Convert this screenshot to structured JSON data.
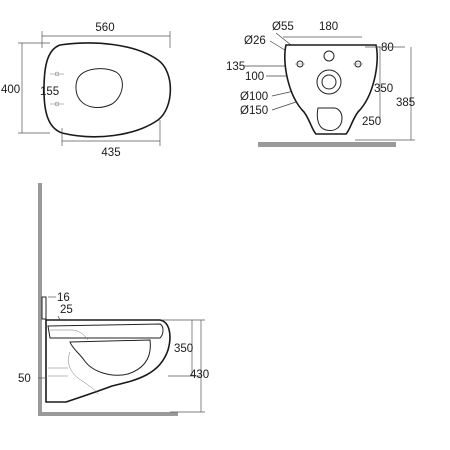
{
  "top_view": {
    "width_label": "560",
    "depth_label": "400",
    "holes_label": "155",
    "base_label": "435"
  },
  "rear_view": {
    "d55_label": "Ø55",
    "dim180_label": "180",
    "d26_label": "Ø26",
    "dim80_label": "80",
    "dim135_label": "135",
    "dim100_label": "100",
    "d100_label": "Ø100",
    "d150_label": "Ø150",
    "dim350_label": "350",
    "dim385_label": "385",
    "dim250_label": "250"
  },
  "side_view": {
    "dim16_label": "16",
    "dim25_label": "25",
    "dim350_label": "350",
    "dim430_label": "430",
    "dim50_label": "50"
  },
  "colors": {
    "outline": "#1a1a1a",
    "wall": "#9a9a9a"
  }
}
